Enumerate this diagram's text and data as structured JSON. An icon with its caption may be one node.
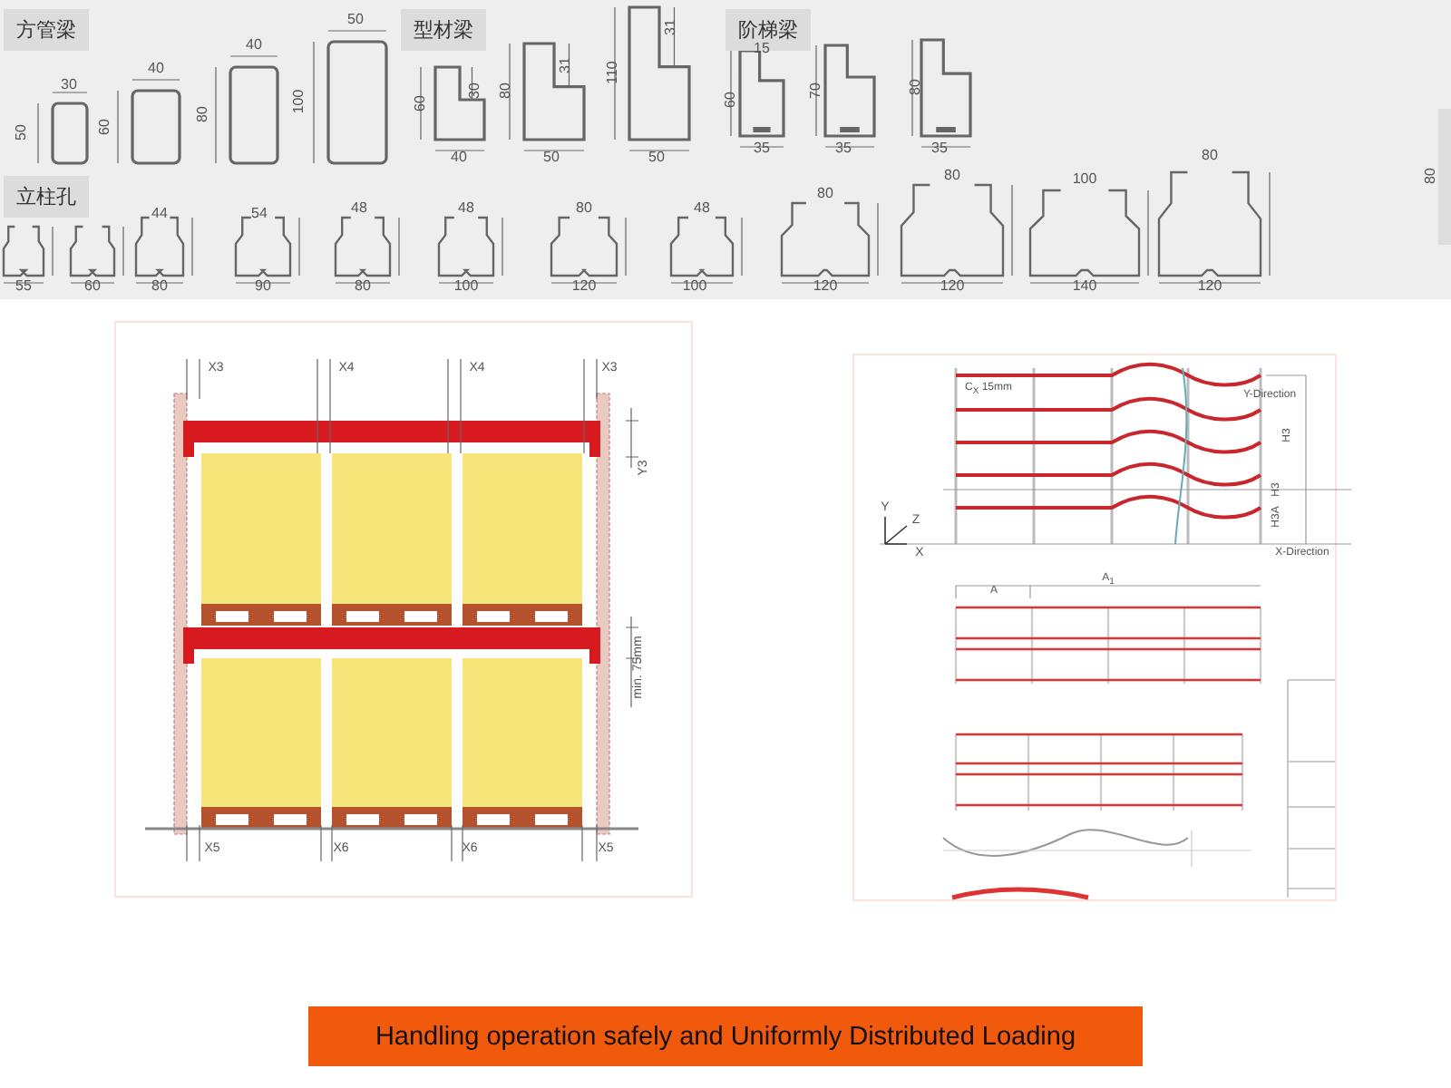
{
  "diagram": {
    "nodes": [
      {
        "text": [
          "方管梁"
        ]
      },
      {
        "text": [
          "型材梁"
        ]
      },
      {
        "text": [
          "阶梯梁"
        ]
      },
      {
        "text": [
          "立柱孔"
        ]
      },
      {
        "text": [
          "Handling operation safely and Uniformly Distributed Loading"
        ]
      }
    ],
    "labels": [
      "30",
      "50",
      "40",
      "60",
      "40",
      "80",
      "50",
      "100",
      "30",
      "60",
      "40",
      "31",
      "80",
      "50",
      "31",
      "110",
      "50",
      "15",
      "60",
      "35",
      "70",
      "35",
      "80",
      "35",
      "80",
      "55",
      "60",
      "80",
      "90",
      "80",
      "100",
      "120",
      "100",
      "120",
      "120",
      "140",
      "120",
      "44",
      "54",
      "48",
      "48",
      "80",
      "48",
      "80",
      "80",
      "100",
      "80",
      "X3",
      "X4",
      "X4",
      "X3",
      "Y3",
      "min. 75mm",
      "X5",
      "X6",
      "X6",
      "X5",
      "C$_{X}$ 15mm",
      "Y-Direction",
      "H3",
      "H3",
      "H3A",
      "Y",
      "Z",
      "X",
      "X-Direction",
      "A",
      "A$_{1}$"
    ]
  }
}
